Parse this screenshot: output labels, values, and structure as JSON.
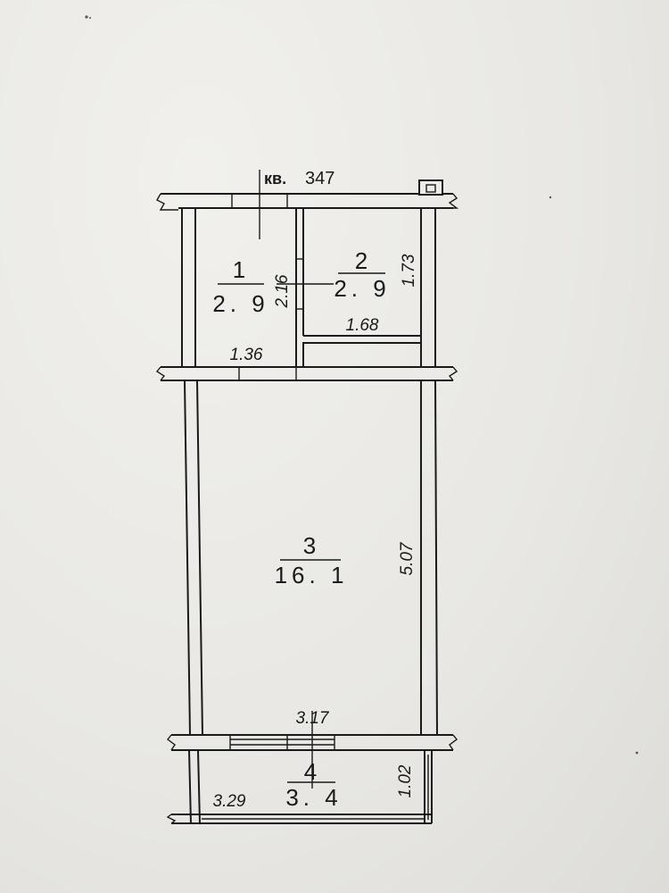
{
  "plan": {
    "apartment_prefix": "кв.",
    "apartment_number": "347",
    "rooms": [
      {
        "number": "1",
        "area": "2. 9"
      },
      {
        "number": "2",
        "area": "2. 9"
      },
      {
        "number": "3",
        "area": "16. 1"
      },
      {
        "number": "4",
        "area": "3. 4"
      }
    ],
    "dimensions": {
      "room1_width": "1.36",
      "room1_height": "2.16",
      "room2_width": "1.68",
      "room2_height": "1.73",
      "room3_width": "3.17",
      "room3_height": "5.07",
      "room4_width": "3.29",
      "room4_height": "1.02"
    }
  }
}
